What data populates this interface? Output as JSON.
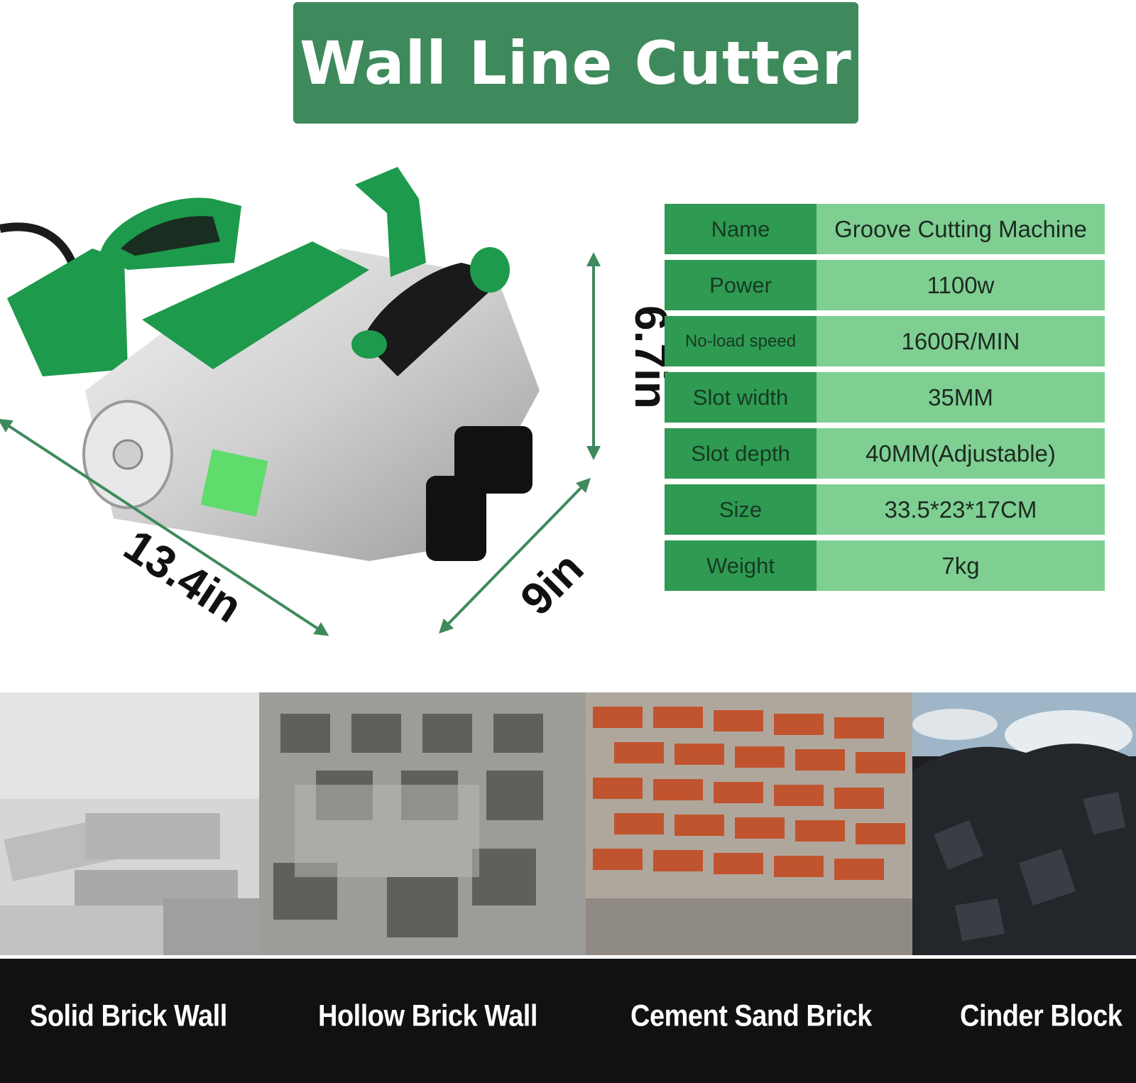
{
  "title": "Wall Line Cutter",
  "dimensions": {
    "length": "13.4in",
    "width": "9in",
    "height": "6.7in"
  },
  "specs": [
    {
      "label": "Name",
      "value": "Groove Cutting Machine"
    },
    {
      "label": "Power",
      "value": "1100w"
    },
    {
      "label": "No-load speed",
      "value": "1600R/MIN"
    },
    {
      "label": "Slot width",
      "value": "35MM"
    },
    {
      "label": "Slot depth",
      "value": "40MM(Adjustable)"
    },
    {
      "label": "Size",
      "value": "33.5*23*17CM"
    },
    {
      "label": "Weight",
      "value": "7kg"
    }
  ],
  "materials": [
    {
      "name": "Solid Brick Wall"
    },
    {
      "name": "Hollow Brick Wall"
    },
    {
      "name": "Cement Sand Brick"
    },
    {
      "name": "Cinder Block"
    }
  ],
  "colors": {
    "accent_green": "#3f8a5c",
    "tool_green": "#1d9a4b",
    "table_dark": "#2f9a52",
    "table_light": "#7fcf92",
    "caption_bg": "#111111"
  }
}
